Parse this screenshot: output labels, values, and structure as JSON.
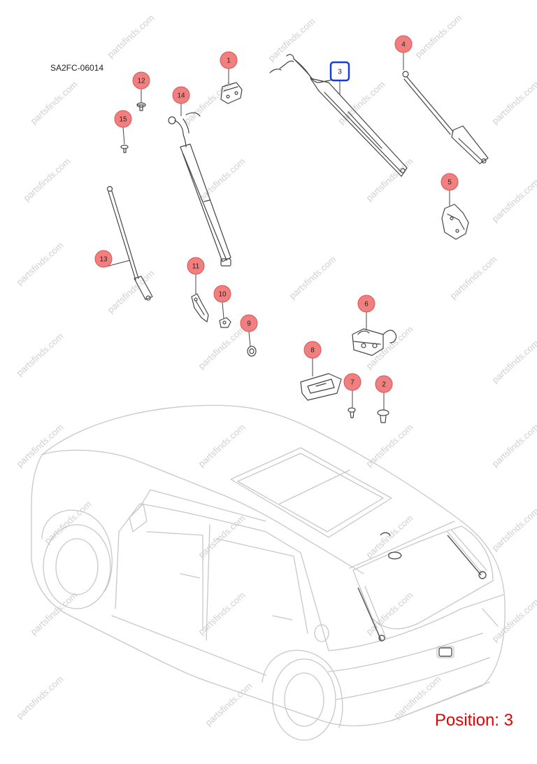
{
  "diagram_code": "SA2FC-06014",
  "position_text": "Position: 3",
  "watermark_text": "partsfinds.com",
  "colors": {
    "callout_fill": "#f08080",
    "callout_stroke": "#e05050",
    "highlight": "#1a3ccc",
    "line": "#444444",
    "car_line": "#c8c8c8",
    "position_text": "#e60000"
  },
  "selected_part": "3",
  "callouts": [
    {
      "id": "c1",
      "num": "1"
    },
    {
      "id": "c2",
      "num": "2"
    },
    {
      "id": "c3",
      "num": "3"
    },
    {
      "id": "c4",
      "num": "4"
    },
    {
      "id": "c5",
      "num": "5"
    },
    {
      "id": "c6",
      "num": "6"
    },
    {
      "id": "c7",
      "num": "7"
    },
    {
      "id": "c8",
      "num": "8"
    },
    {
      "id": "c9",
      "num": "9"
    },
    {
      "id": "c10",
      "num": "10"
    },
    {
      "id": "c11",
      "num": "11"
    },
    {
      "id": "c12",
      "num": "12"
    },
    {
      "id": "c13",
      "num": "13"
    },
    {
      "id": "c14",
      "num": "14"
    },
    {
      "id": "c15",
      "num": "15"
    }
  ]
}
